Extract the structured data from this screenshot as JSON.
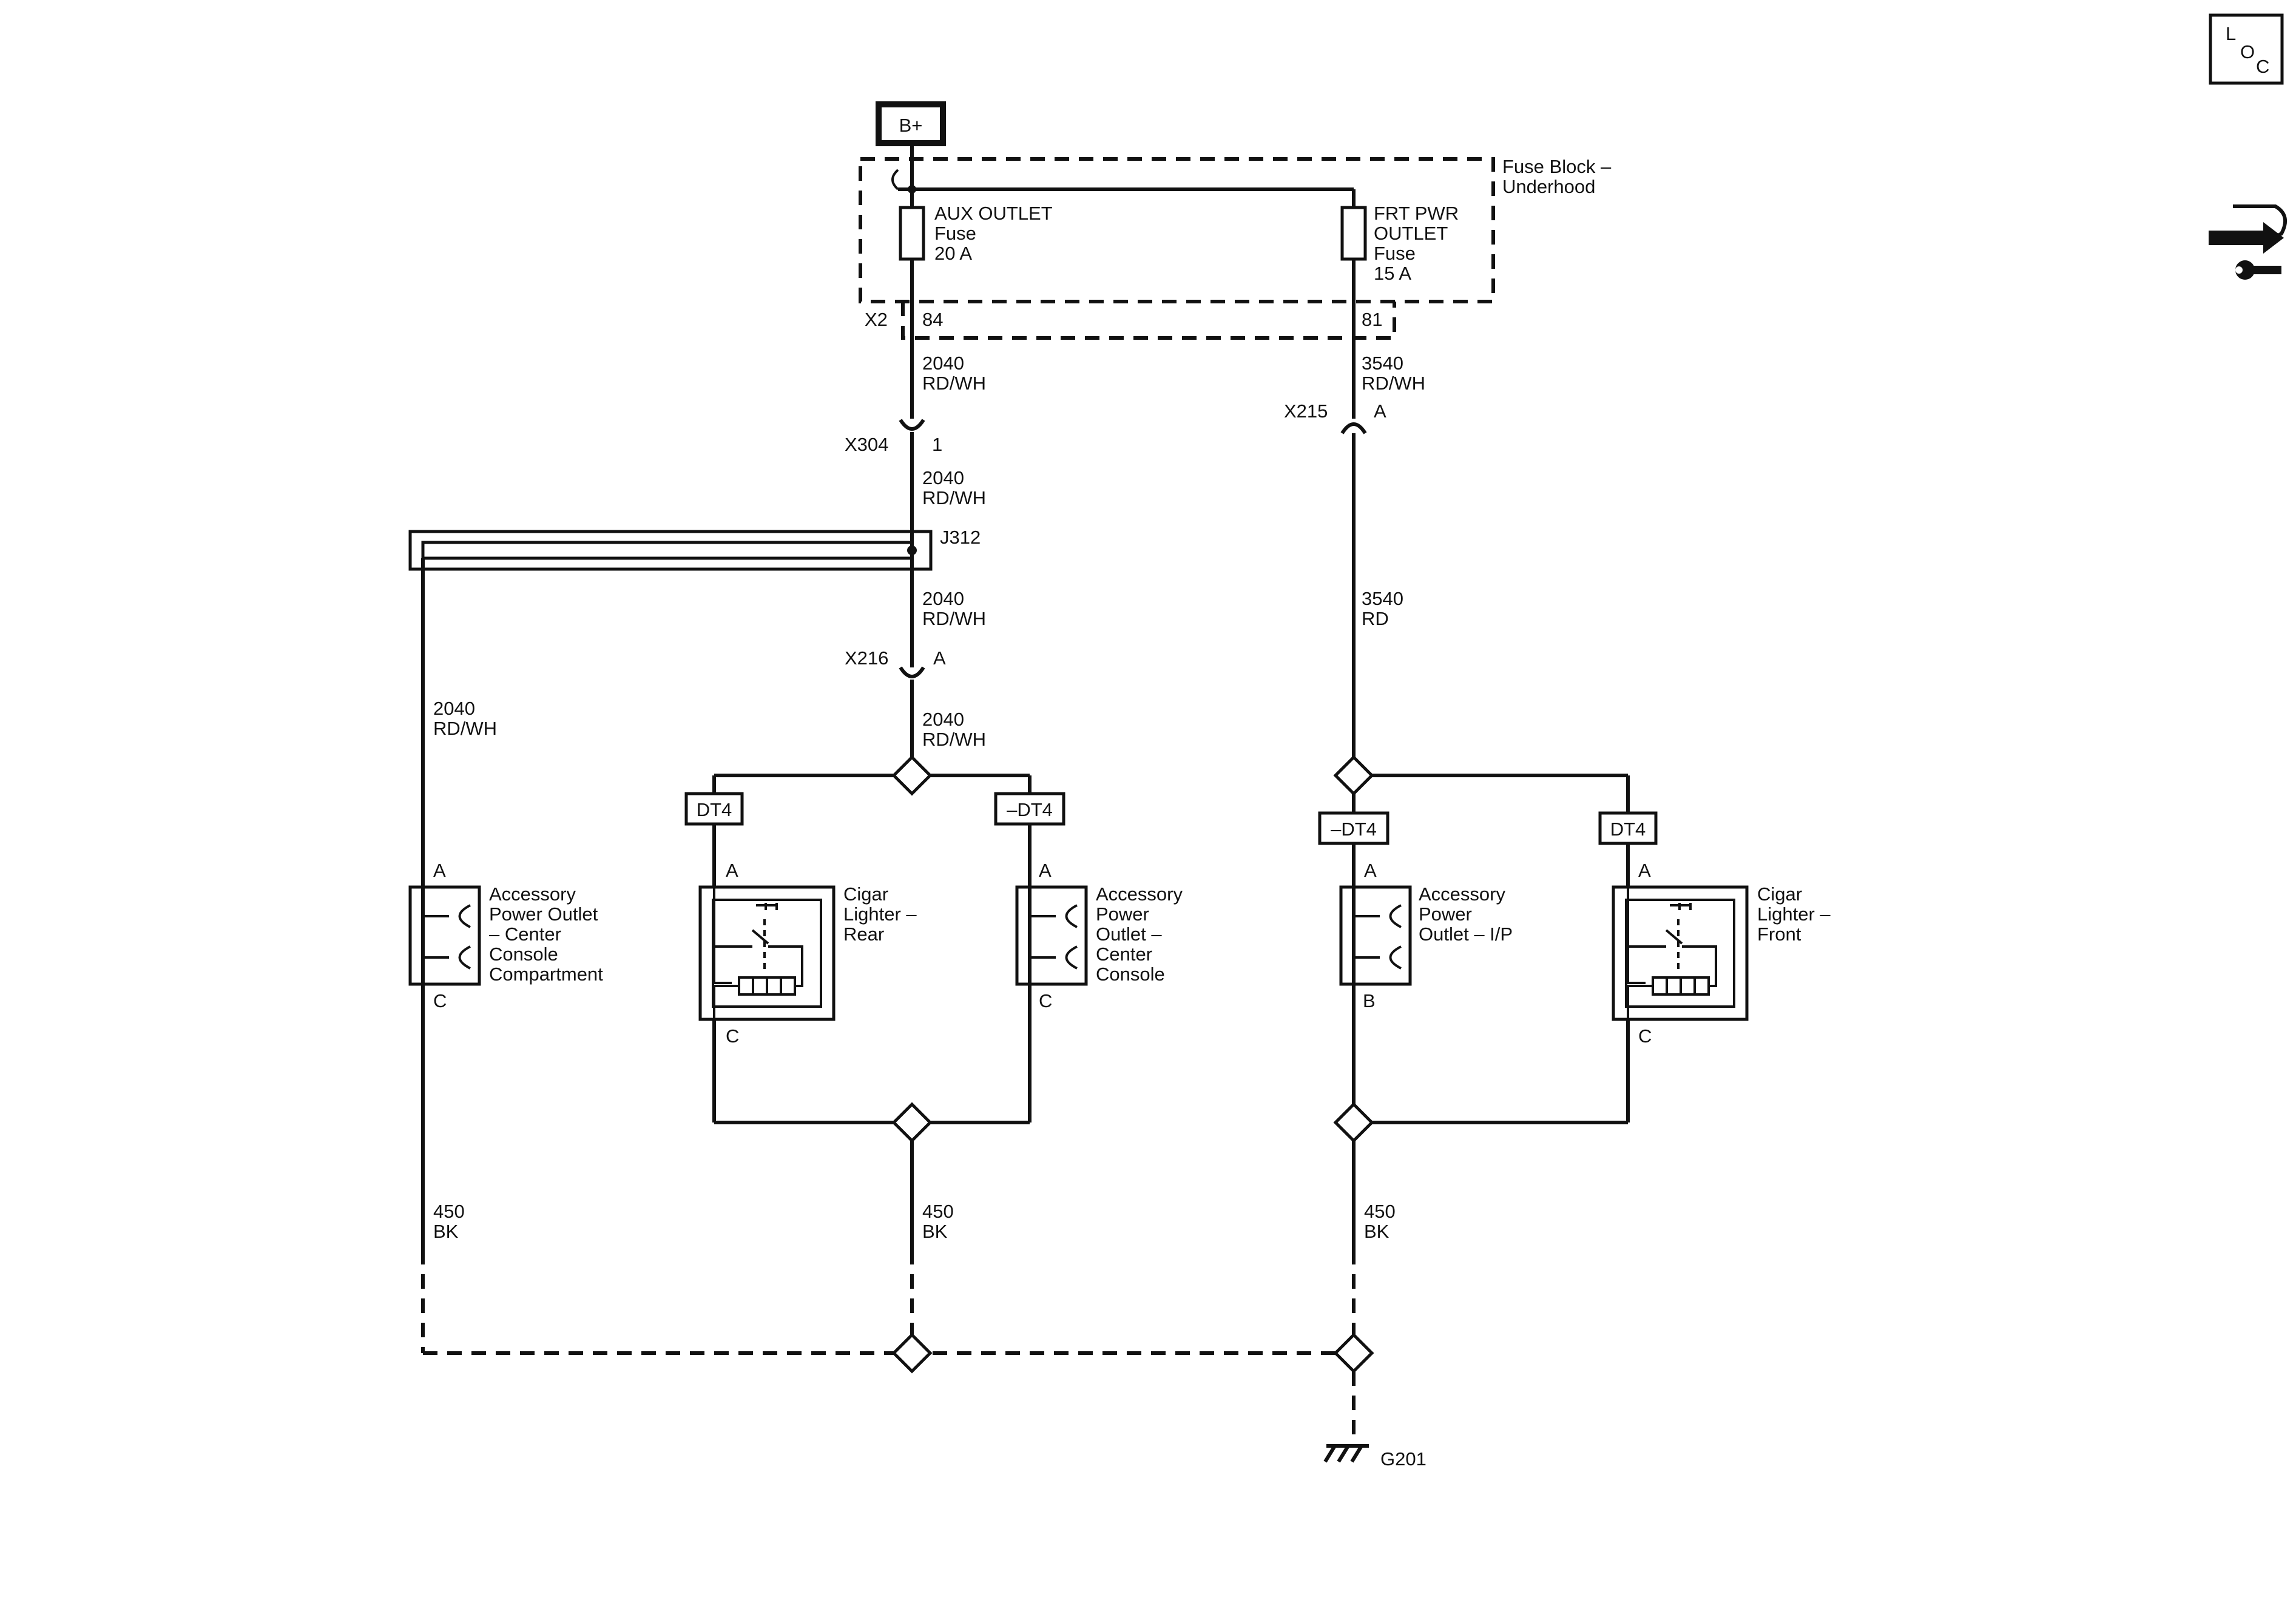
{
  "power_source": "B+",
  "fuse_block": {
    "label_line1": "Fuse Block –",
    "label_line2": "Underhood"
  },
  "fuses": {
    "aux": {
      "line1": "AUX OUTLET",
      "line2": "Fuse",
      "line3": "20 A",
      "connector": "X2",
      "pin": "84"
    },
    "frt": {
      "line1": "FRT PWR",
      "line2": "OUTLET",
      "line3": "Fuse",
      "line4": "15 A",
      "pin": "81"
    }
  },
  "connectors": {
    "x304": {
      "name": "X304",
      "pin": "1"
    },
    "x215": {
      "name": "X215",
      "pin": "A"
    },
    "x216": {
      "name": "X216",
      "pin": "A"
    },
    "splice": "J312"
  },
  "wires": {
    "w2040": {
      "circuit": "2040",
      "color": "RD/WH"
    },
    "w3540": {
      "circuit": "3540",
      "color": "RD/WH"
    },
    "w3540rd": {
      "circuit": "3540",
      "color": "RD"
    },
    "w450": {
      "circuit": "450",
      "color": "BK"
    }
  },
  "options": {
    "dt4": "DT4",
    "not_dt4": "–DT4"
  },
  "components": {
    "apo_center_compartment": {
      "line1": "Accessory",
      "line2": "Power Outlet",
      "line3": "– Center",
      "line4": "Console",
      "line5": "Compartment",
      "pin_top": "A",
      "pin_bottom": "C"
    },
    "cigar_rear": {
      "line1": "Cigar",
      "line2": "Lighter –",
      "line3": "Rear",
      "pin_top": "A",
      "pin_bottom": "C"
    },
    "apo_center_console": {
      "line1": "Accessory",
      "line2": "Power",
      "line3": "Outlet –",
      "line4": "Center",
      "line5": "Console",
      "pin_top": "A",
      "pin_bottom": "C"
    },
    "apo_ip": {
      "line1": "Accessory",
      "line2": "Power",
      "line3": "Outlet – I/P",
      "pin_top": "A",
      "pin_bottom": "B"
    },
    "cigar_front": {
      "line1": "Cigar",
      "line2": "Lighter –",
      "line3": "Front",
      "pin_top": "A",
      "pin_bottom": "C"
    }
  },
  "ground": "G201",
  "loc_icon": {
    "l": "L",
    "o": "O",
    "c": "C"
  },
  "icons": [
    "loc-icon",
    "harness-connector-icon",
    "ground-icon",
    "fuse-icon"
  ]
}
